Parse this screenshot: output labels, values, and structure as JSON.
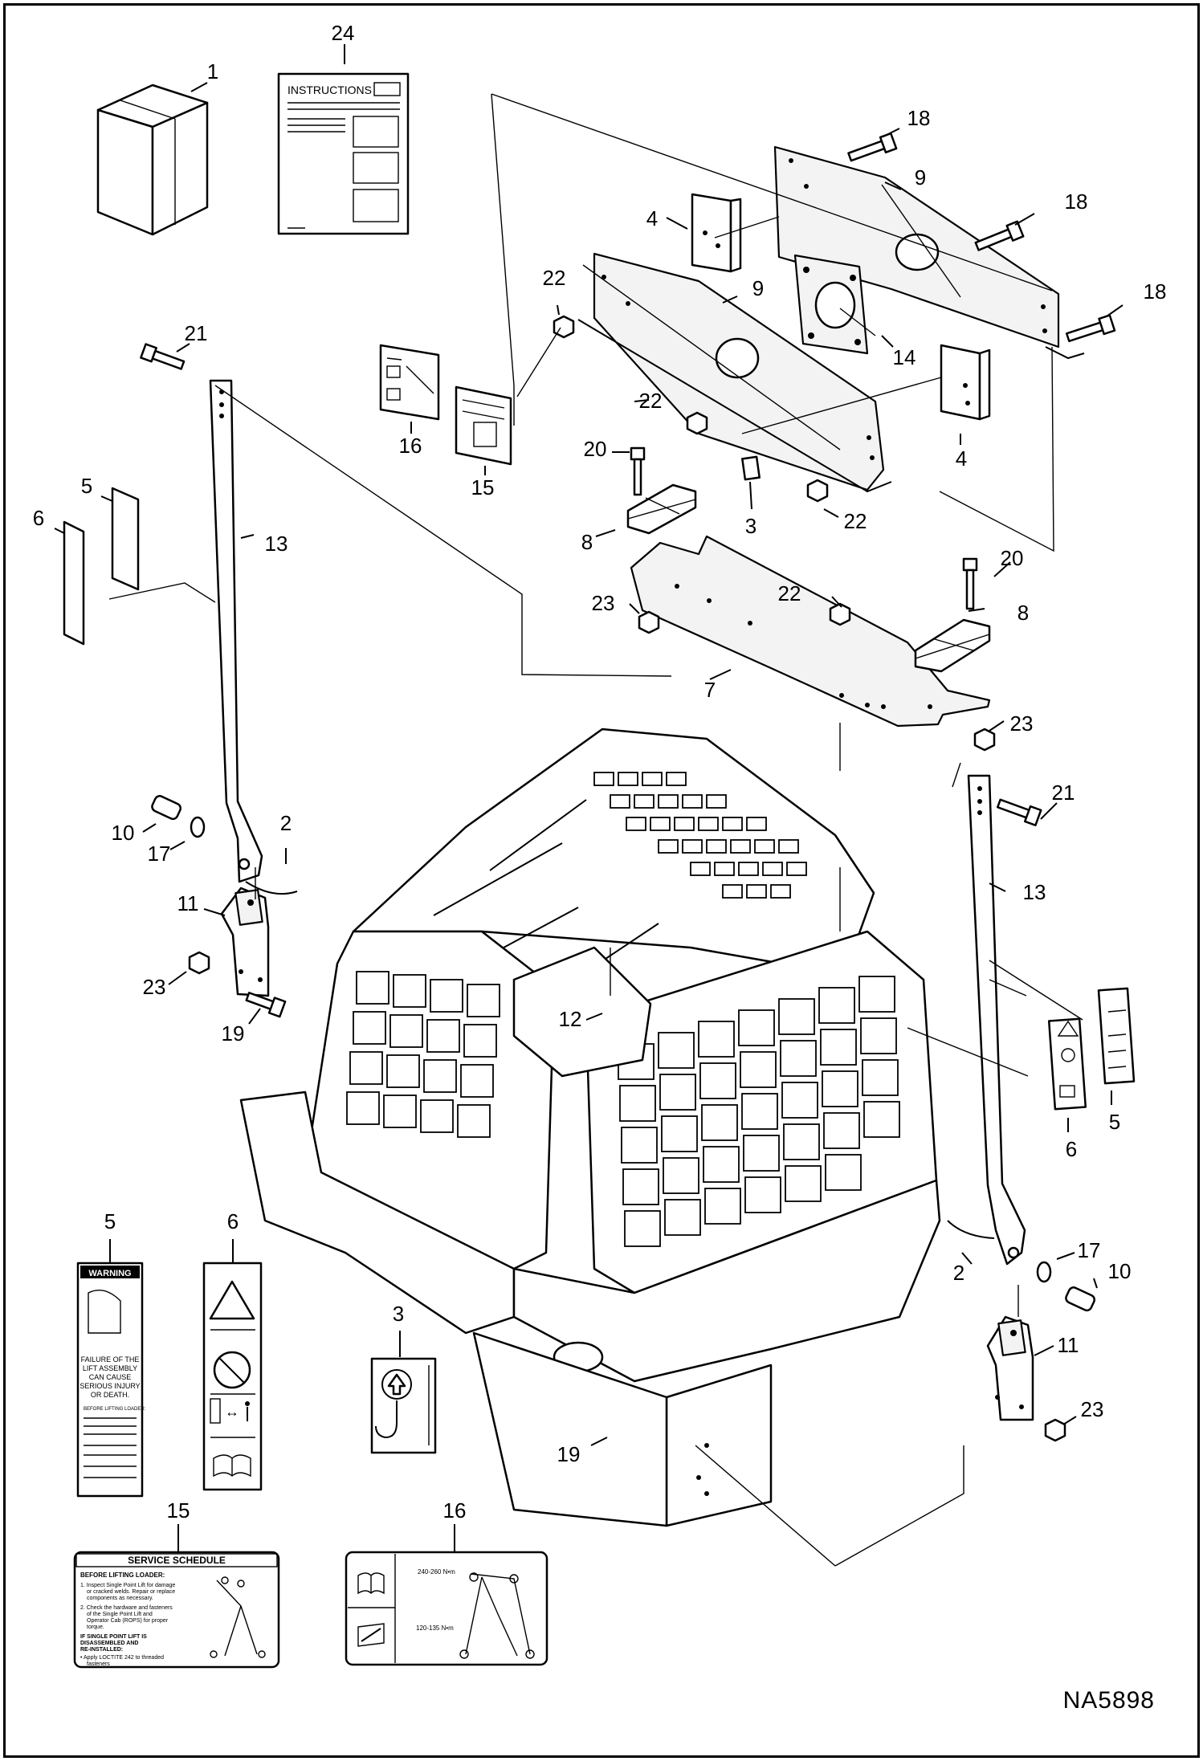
{
  "drawing_code": "NA5898",
  "decals": {
    "instructions_heading": "INSTRUCTIONS",
    "warning_heading": "WARNING",
    "warning_text": [
      "FAILURE OF THE",
      "LIFT ASSEMBLY",
      "CAN CAUSE",
      "SERIOUS INJURY",
      "OR DEATH.",
      "BEFORE LIFTING LOADER:"
    ],
    "service_schedule_heading": "SERVICE SCHEDULE",
    "service_schedule_lines": [
      "BEFORE LIFTING LOADER:",
      "1. Inspect Single Point Lift for damage",
      "or cracked welds. Repair or replace",
      "components as necessary.",
      "2. Check the hardware and fasteners",
      "of the Single Point Lift and",
      "Operator Cab (ROPS) for proper",
      "torque.",
      "IF SINGLE POINT LIFT IS",
      "DISASSEMBLED AND",
      "RE-INSTALLED:",
      "• Apply LOCTITE 242 to threaded",
      "fasteners"
    ],
    "torque_top": "240-260 N•m",
    "torque_bottom": "120-135 N•m"
  },
  "callouts": [
    {
      "id": "c1",
      "label": "1"
    },
    {
      "id": "c24",
      "label": "24"
    },
    {
      "id": "c18a",
      "label": "18"
    },
    {
      "id": "c9a",
      "label": "9"
    },
    {
      "id": "c18b",
      "label": "18"
    },
    {
      "id": "c4a",
      "label": "4"
    },
    {
      "id": "c22a",
      "label": "22"
    },
    {
      "id": "c9b",
      "label": "9"
    },
    {
      "id": "c18c",
      "label": "18"
    },
    {
      "id": "c21a",
      "label": "21"
    },
    {
      "id": "c14",
      "label": "14"
    },
    {
      "id": "c22b",
      "label": "22"
    },
    {
      "id": "c16a",
      "label": "16"
    },
    {
      "id": "c15a",
      "label": "15"
    },
    {
      "id": "c4b",
      "label": "4"
    },
    {
      "id": "c20a",
      "label": "20"
    },
    {
      "id": "c5a",
      "label": "5"
    },
    {
      "id": "c6a",
      "label": "6"
    },
    {
      "id": "c13a",
      "label": "13"
    },
    {
      "id": "c3a",
      "label": "3"
    },
    {
      "id": "c22c",
      "label": "22"
    },
    {
      "id": "c8a",
      "label": "8"
    },
    {
      "id": "c20b",
      "label": "20"
    },
    {
      "id": "c23a",
      "label": "23"
    },
    {
      "id": "c22d",
      "label": "22"
    },
    {
      "id": "c8b",
      "label": "8"
    },
    {
      "id": "c7",
      "label": "7"
    },
    {
      "id": "c23b",
      "label": "23"
    },
    {
      "id": "c21b",
      "label": "21"
    },
    {
      "id": "c10a",
      "label": "10"
    },
    {
      "id": "c2a",
      "label": "2"
    },
    {
      "id": "c17a",
      "label": "17"
    },
    {
      "id": "c13b",
      "label": "13"
    },
    {
      "id": "c11a",
      "label": "11"
    },
    {
      "id": "c23c",
      "label": "23"
    },
    {
      "id": "c19a",
      "label": "19"
    },
    {
      "id": "c12",
      "label": "12"
    },
    {
      "id": "c5b",
      "label": "5"
    },
    {
      "id": "c6b",
      "label": "6"
    },
    {
      "id": "c5c",
      "label": "5"
    },
    {
      "id": "c6c",
      "label": "6"
    },
    {
      "id": "c3b",
      "label": "3"
    },
    {
      "id": "c17b",
      "label": "17"
    },
    {
      "id": "c10b",
      "label": "10"
    },
    {
      "id": "c2b",
      "label": "2"
    },
    {
      "id": "c11b",
      "label": "11"
    },
    {
      "id": "c23d",
      "label": "23"
    },
    {
      "id": "c19b",
      "label": "19"
    },
    {
      "id": "c15b",
      "label": "15"
    },
    {
      "id": "c16b",
      "label": "16"
    }
  ]
}
